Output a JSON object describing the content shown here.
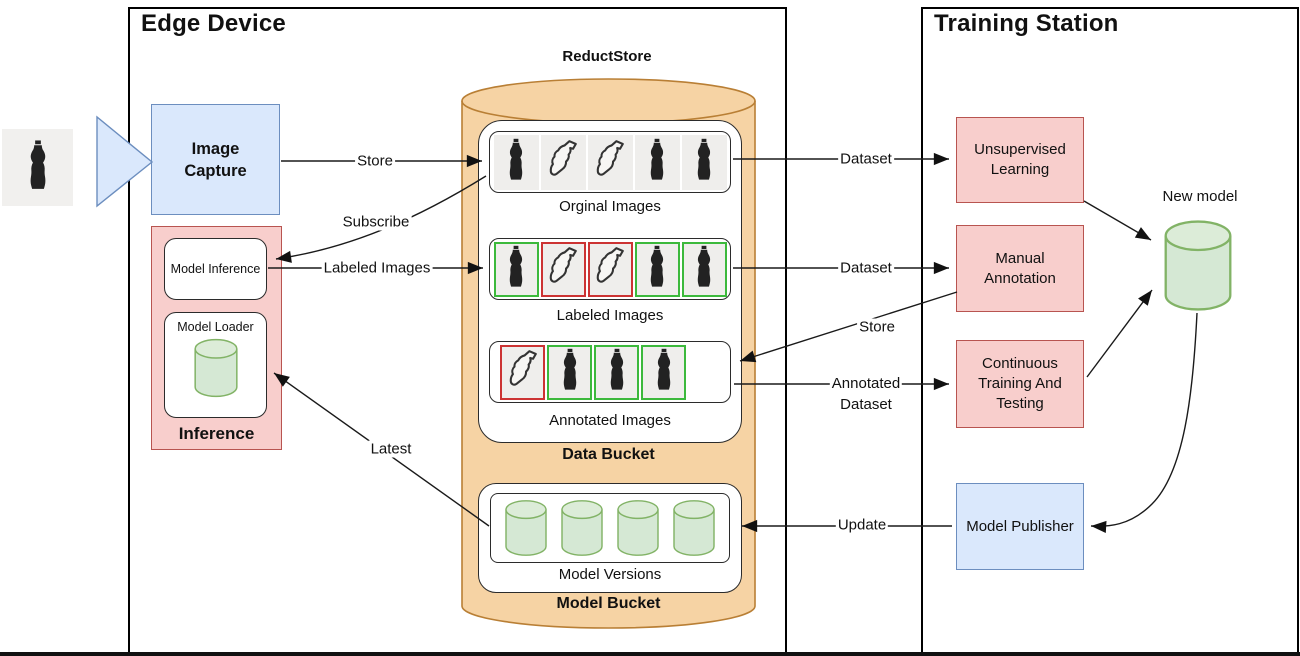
{
  "edge_device": {
    "title": "Edge Device",
    "image_capture": {
      "label": "Image Capture"
    },
    "inference": {
      "label": "Inference",
      "model_inference": {
        "label": "Model Inference"
      },
      "model_loader": {
        "label": "Model Loader"
      }
    }
  },
  "reductstore": {
    "title": "ReductStore",
    "data_bucket": {
      "label": "Data Bucket",
      "rows": [
        {
          "label": "Orginal Images",
          "tiles": [
            {
              "icon": "bottle-icon",
              "border": "none"
            },
            {
              "icon": "crushed-bottle-icon",
              "border": "none"
            },
            {
              "icon": "crushed-bottle-icon",
              "border": "none"
            },
            {
              "icon": "bottle-icon",
              "border": "none"
            },
            {
              "icon": "bottle-icon",
              "border": "none"
            }
          ]
        },
        {
          "label": "Labeled Images",
          "tiles": [
            {
              "icon": "bottle-icon",
              "border": "green"
            },
            {
              "icon": "crushed-bottle-icon",
              "border": "red"
            },
            {
              "icon": "crushed-bottle-icon",
              "border": "red"
            },
            {
              "icon": "bottle-icon",
              "border": "green"
            },
            {
              "icon": "bottle-icon",
              "border": "green"
            }
          ]
        },
        {
          "label": "Annotated Images",
          "tiles": [
            {
              "icon": "crushed-bottle-icon",
              "border": "red"
            },
            {
              "icon": "bottle-icon",
              "border": "green"
            },
            {
              "icon": "bottle-icon",
              "border": "green"
            },
            {
              "icon": "bottle-icon",
              "border": "green"
            }
          ]
        }
      ]
    },
    "model_bucket": {
      "label": "Model Bucket",
      "versions_label": "Model Versions",
      "version_count": 4
    }
  },
  "training_station": {
    "title": "Training Station",
    "unsupervised_learning": "Unsupervised Learning",
    "manual_annotation": "Manual Annotation",
    "continuous_training": "Continuous Training And Testing",
    "model_publisher": "Model Publisher",
    "new_model_label": "New model"
  },
  "edges": {
    "store": "Store",
    "subscribe": "Subscribe",
    "labeled_images": "Labeled Images",
    "latest": "Latest",
    "dataset_original": "Dataset",
    "dataset_labeled": "Dataset",
    "store_annotated": "Store",
    "annotated_dataset_line1": "Annotated",
    "annotated_dataset_line2": "Dataset",
    "update": "Update"
  },
  "colors": {
    "blue_fill": "#dae8fc",
    "blue_stroke": "#6c8ebf",
    "pink_fill": "#f8cecc",
    "pink_stroke": "#b85450",
    "orange_fill": "#f6d3a4",
    "orange_stroke": "#b97f35",
    "green_fill": "#d5e8d4",
    "green_stroke": "#82b366",
    "tile_border_green": "#3cb93c",
    "tile_border_red": "#cc3333"
  }
}
